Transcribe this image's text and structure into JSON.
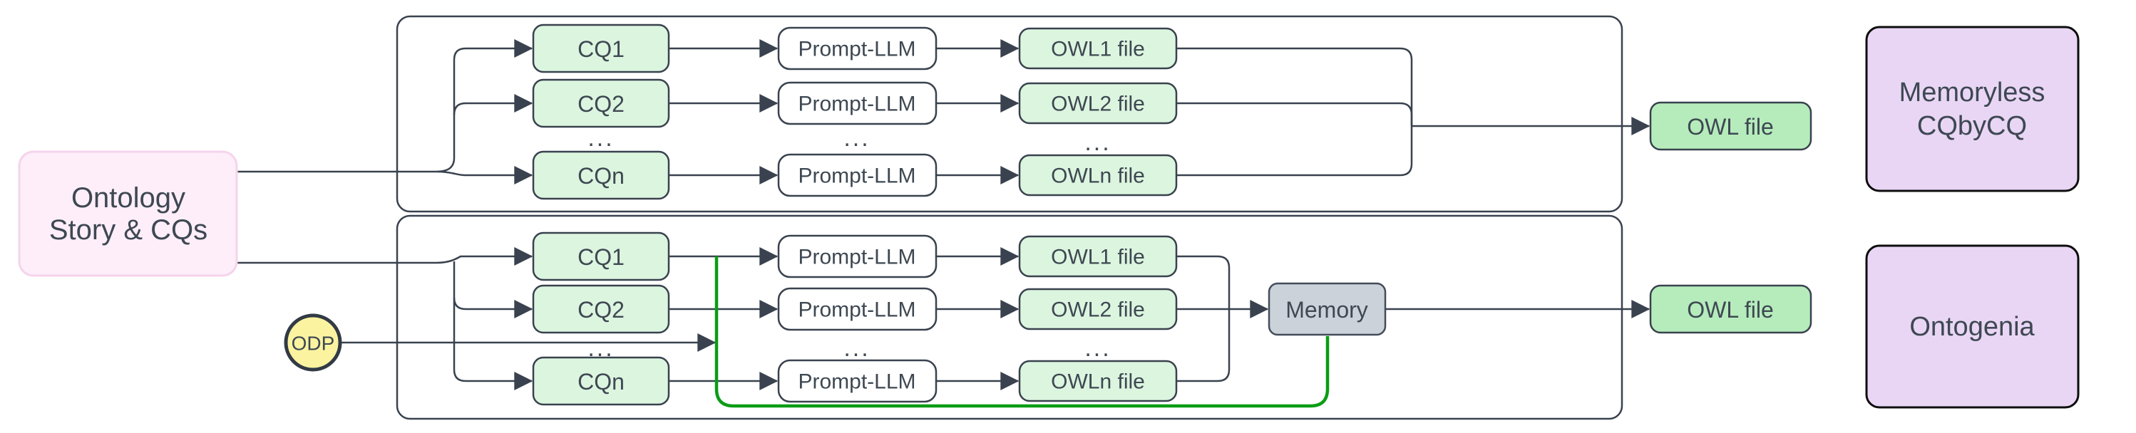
{
  "colors": {
    "connector": "#39424e",
    "feedback_green": "#0a9d14",
    "node_green_light": "#dcf5df",
    "node_green_medium": "#b6ecbc",
    "node_pink_fill": "#fdeef9",
    "node_pink_border": "#f5d4ec",
    "node_purple_fill": "#e9d6f5",
    "node_yellow_fill": "#fbf3a0",
    "node_gray_fill": "#ccd2da",
    "text": "#3e4852"
  },
  "input_node": {
    "line1": "Ontology",
    "line2": "Story & CQs"
  },
  "odp_node": {
    "label": "ODP"
  },
  "memory_node": {
    "label": "Memory"
  },
  "ellipsis": "...",
  "top_pipeline": {
    "name_line1": "Memoryless",
    "name_line2": "CQbyCQ",
    "cq_labels": [
      "CQ1",
      "CQ2",
      "CQn"
    ],
    "prompt_labels": [
      "Prompt-LLM",
      "Prompt-LLM",
      "Prompt-LLM"
    ],
    "owl_labels": [
      "OWL1 file",
      "OWL2 file",
      "OWLn file"
    ],
    "output_label": "OWL file"
  },
  "bottom_pipeline": {
    "name": "Ontogenia",
    "cq_labels": [
      "CQ1",
      "CQ2",
      "CQn"
    ],
    "prompt_labels": [
      "Prompt-LLM",
      "Prompt-LLM",
      "Prompt-LLM"
    ],
    "owl_labels": [
      "OWL1 file",
      "OWL2 file",
      "OWLn file"
    ],
    "output_label": "OWL file"
  }
}
